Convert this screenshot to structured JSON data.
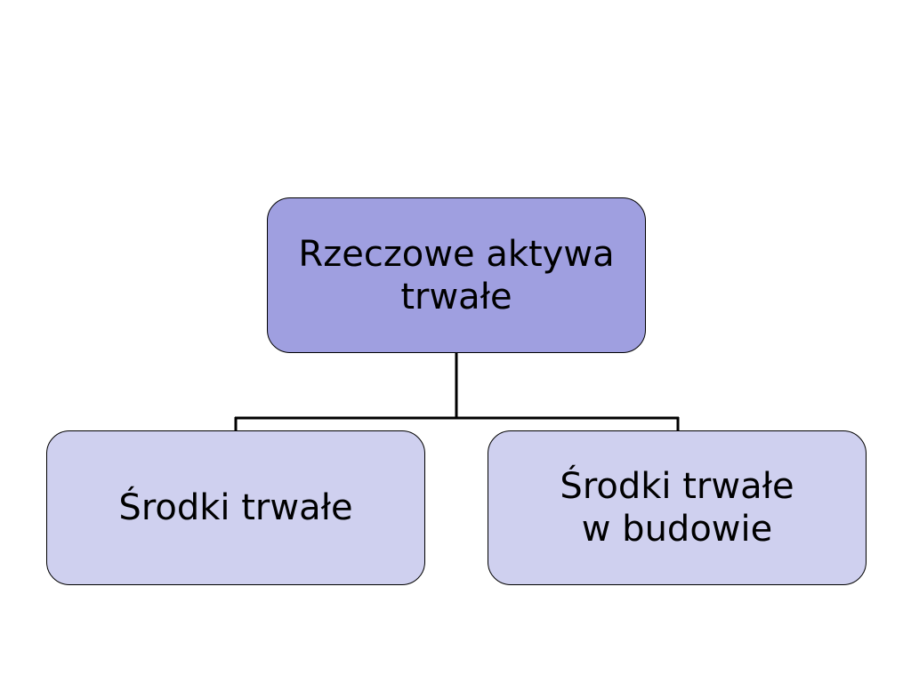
{
  "colors": {
    "root_fill": "#9f9fe0",
    "child_fill": "#cfd0ef",
    "line": "#000000"
  },
  "diagram": {
    "root": {
      "label": "Rzeczowe aktywa\ntrwałe"
    },
    "children": [
      {
        "label": "Środki trwałe"
      },
      {
        "label": "Środki trwałe\n w budowie"
      }
    ]
  }
}
